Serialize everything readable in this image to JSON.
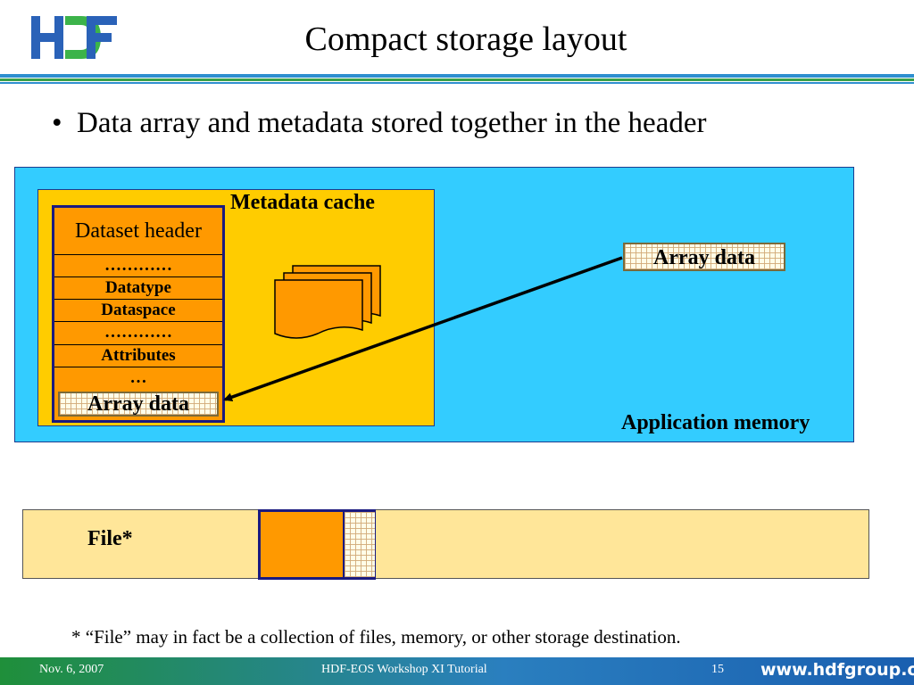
{
  "slide": {
    "title": "Compact storage layout",
    "bullet": "Data array and metadata stored together in the header"
  },
  "diagram": {
    "metadata_cache_label": "Metadata cache",
    "application_memory_label": "Application memory",
    "dataset_header": {
      "title": "Dataset header",
      "rows": [
        "…………",
        "Datatype",
        "Dataspace",
        "…………",
        "Attributes",
        "…"
      ],
      "array_label": "Array data"
    },
    "external_array_label": "Array data",
    "file_label": "File*"
  },
  "footnote": "* “File” may in fact be a collection of files, memory, or other storage destination.",
  "footer": {
    "date": "Nov. 6, 2007",
    "event": "HDF-EOS Workshop XI Tutorial",
    "page": "15",
    "url": "www.hdfgroup.org"
  },
  "colors": {
    "application_memory": "#33ccff",
    "metadata_cache": "#ffcc00",
    "dataset_block": "#ff9900",
    "file": "#ffe699",
    "border": "#1a1a80"
  }
}
